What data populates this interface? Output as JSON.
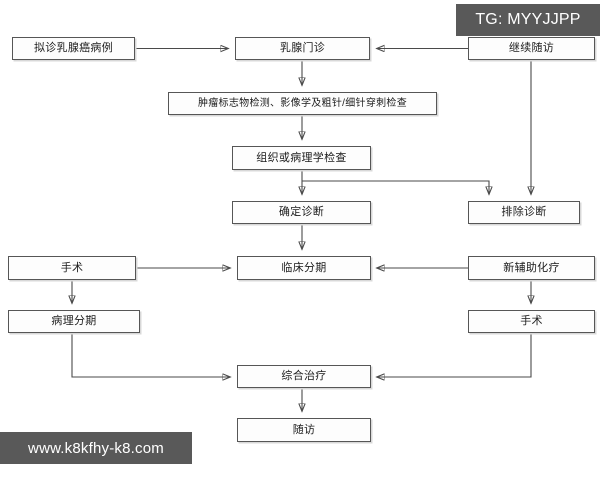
{
  "diagram": {
    "title": "Breast cancer diagnosis and treatment flowchart",
    "type": "flowchart",
    "colors": {
      "node_fill": "#fdfdfd",
      "node_border": "#565656",
      "connector": "#4a4a4a",
      "watermark_bg": "#595959",
      "watermark_text": "#ffffff",
      "page_bg": "#ffffff"
    },
    "nodes": [
      {
        "id": "suspected-case",
        "label": "拟诊乳腺癌病例"
      },
      {
        "id": "breast-clinic",
        "label": "乳腺门诊"
      },
      {
        "id": "continue-followup",
        "label": "继续随访"
      },
      {
        "id": "marker-imaging-biopsy",
        "label": "肿瘤标志物检测、影像学及粗针/细针穿刺检查"
      },
      {
        "id": "histopathology",
        "label": "组织或病理学检查"
      },
      {
        "id": "confirm-diagnosis",
        "label": "确定诊断"
      },
      {
        "id": "exclude-diagnosis",
        "label": "排除诊断"
      },
      {
        "id": "surgery-left",
        "label": "手术"
      },
      {
        "id": "clinical-staging",
        "label": "临床分期"
      },
      {
        "id": "neoadjuvant-chemo",
        "label": "新辅助化疗"
      },
      {
        "id": "pathologic-staging",
        "label": "病理分期"
      },
      {
        "id": "surgery-right",
        "label": "手术"
      },
      {
        "id": "comprehensive-therapy",
        "label": "综合治疗"
      },
      {
        "id": "followup",
        "label": "随访"
      }
    ],
    "edges": [
      {
        "from": "suspected-case",
        "to": "breast-clinic",
        "arrow": "right"
      },
      {
        "from": "continue-followup",
        "to": "breast-clinic",
        "arrow": "left"
      },
      {
        "from": "breast-clinic",
        "to": "marker-imaging-biopsy",
        "arrow": "down"
      },
      {
        "from": "marker-imaging-biopsy",
        "to": "histopathology",
        "arrow": "down"
      },
      {
        "from": "histopathology",
        "to": "confirm-diagnosis",
        "arrow": "down"
      },
      {
        "from": "histopathology",
        "to": "exclude-diagnosis",
        "arrow": "down"
      },
      {
        "from": "continue-followup",
        "to": "exclude-diagnosis",
        "arrow": "down"
      },
      {
        "from": "confirm-diagnosis",
        "to": "clinical-staging",
        "arrow": "down"
      },
      {
        "from": "surgery-left",
        "to": "clinical-staging",
        "arrow": "right"
      },
      {
        "from": "neoadjuvant-chemo",
        "to": "clinical-staging",
        "arrow": "left"
      },
      {
        "from": "surgery-left",
        "to": "pathologic-staging",
        "arrow": "down"
      },
      {
        "from": "neoadjuvant-chemo",
        "to": "surgery-right",
        "arrow": "down"
      },
      {
        "from": "pathologic-staging",
        "to": "comprehensive-therapy",
        "arrow": "right"
      },
      {
        "from": "surgery-right",
        "to": "comprehensive-therapy",
        "arrow": "left"
      },
      {
        "from": "comprehensive-therapy",
        "to": "followup",
        "arrow": "down"
      }
    ]
  },
  "watermarks": {
    "telegram": "TG: MYYJJPP",
    "website": "www.k8kfhy-k8.com"
  }
}
